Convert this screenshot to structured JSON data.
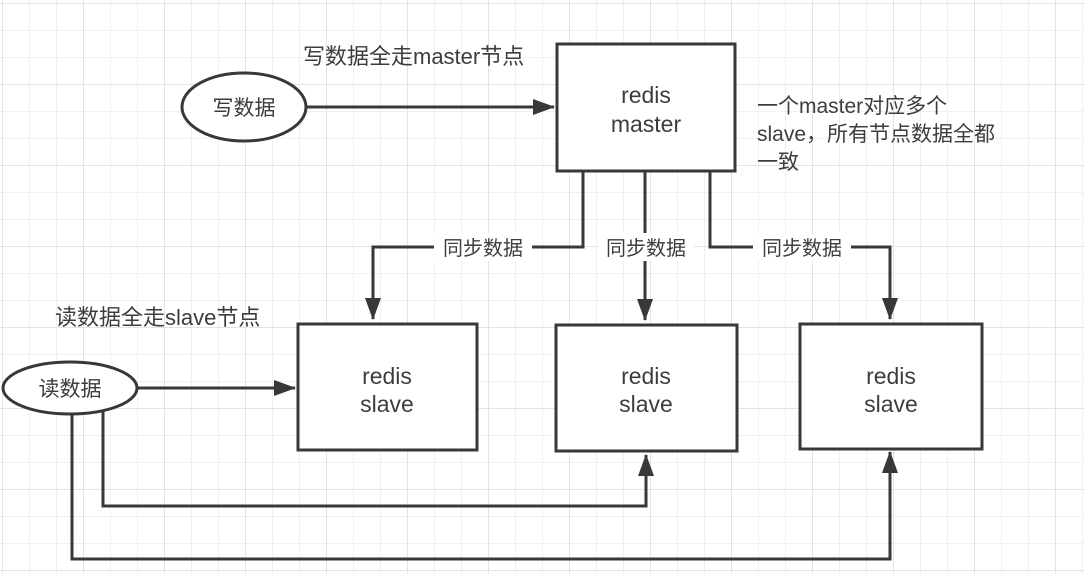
{
  "nodes": {
    "write_source": {
      "label": "写数据"
    },
    "read_source": {
      "label": "读数据"
    },
    "master": {
      "line1": "redis",
      "line2": "master"
    },
    "slave1": {
      "line1": "redis",
      "line2": "slave"
    },
    "slave2": {
      "line1": "redis",
      "line2": "slave"
    },
    "slave3": {
      "line1": "redis",
      "line2": "slave"
    }
  },
  "edge_labels": {
    "sync_to_slave1": "同步数据",
    "sync_to_slave2": "同步数据",
    "sync_to_slave3": "同步数据"
  },
  "annotations": {
    "write_note": "写数据全走master节点",
    "read_note": "读数据全走slave节点",
    "consistency_note": {
      "line1": "一个master对应多个",
      "line2": "slave，所有节点数据全都",
      "line3": "一致"
    }
  },
  "colors": {
    "line": "#383838",
    "text": "#3d3d3d",
    "node_fill": "#ffffff",
    "node_border": "#383838",
    "background": "#ffffff",
    "grid_minor": "#f0f0f0",
    "grid_major": "#e3e3e3"
  }
}
